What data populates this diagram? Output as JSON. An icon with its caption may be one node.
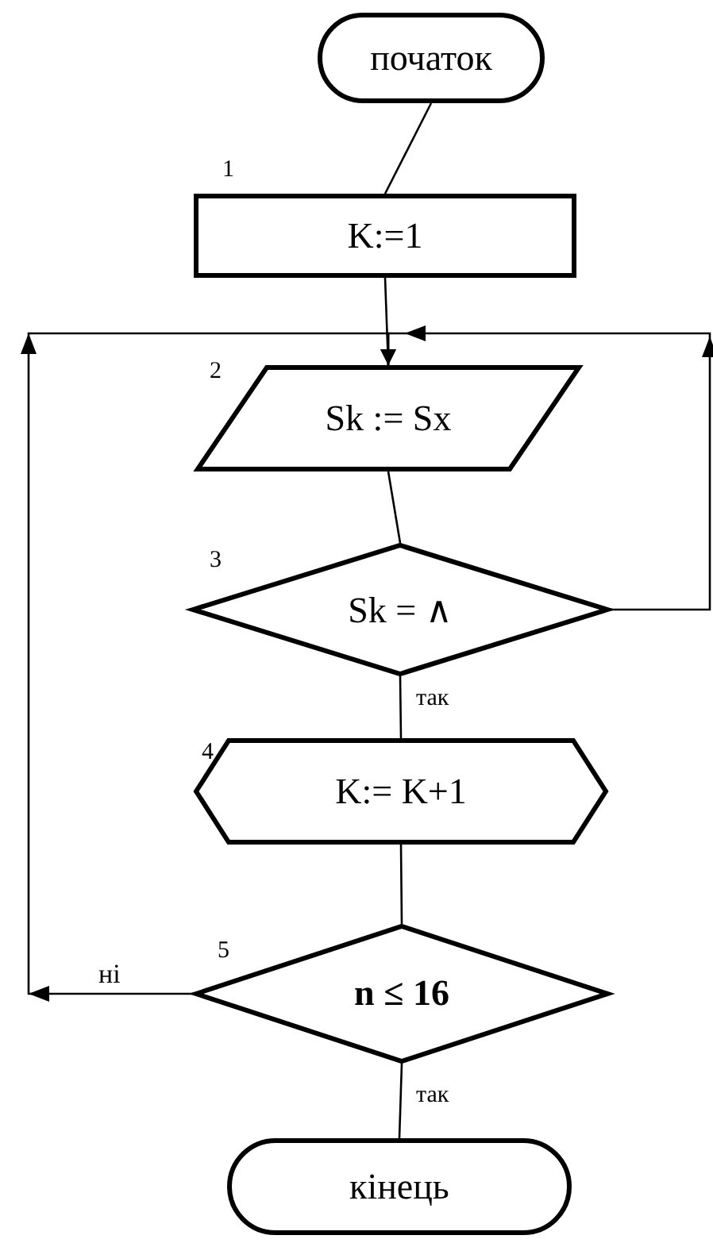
{
  "diagram": {
    "nodes": [
      {
        "text": [
          "початок"
        ]
      },
      {
        "text": [
          "K:=1"
        ],
        "beside": [
          "1"
        ]
      },
      {
        "text": [
          "Sk := Sx"
        ],
        "beside": [
          "2"
        ]
      },
      {
        "text": [
          "Sk = ∧"
        ],
        "beside": [
          "3"
        ]
      },
      {
        "text": [
          "K:= K+1"
        ],
        "beside": [
          "4"
        ]
      },
      {
        "text": [
          "n ≤ 16"
        ],
        "beside": [
          "5"
        ]
      },
      {
        "text": [
          "кінець"
        ]
      }
    ],
    "edges": [
      {
        "from": 0,
        "to": 1,
        "arrow": "none"
      },
      {
        "from": 1,
        "to": 2,
        "arrow": "none"
      },
      {
        "from": 2,
        "to": 3,
        "arrow": "none"
      },
      {
        "from": 3,
        "to": 4,
        "arrow": "none",
        "label": "так"
      },
      {
        "from": 4,
        "to": 5,
        "arrow": "none"
      },
      {
        "from": 5,
        "to": 6,
        "arrow": "none",
        "label": "так"
      },
      {
        "from": 5,
        "to": 2,
        "arrow": "to",
        "label": "ні"
      },
      {
        "from": 3,
        "to": 2,
        "arrow": "to"
      }
    ]
  }
}
